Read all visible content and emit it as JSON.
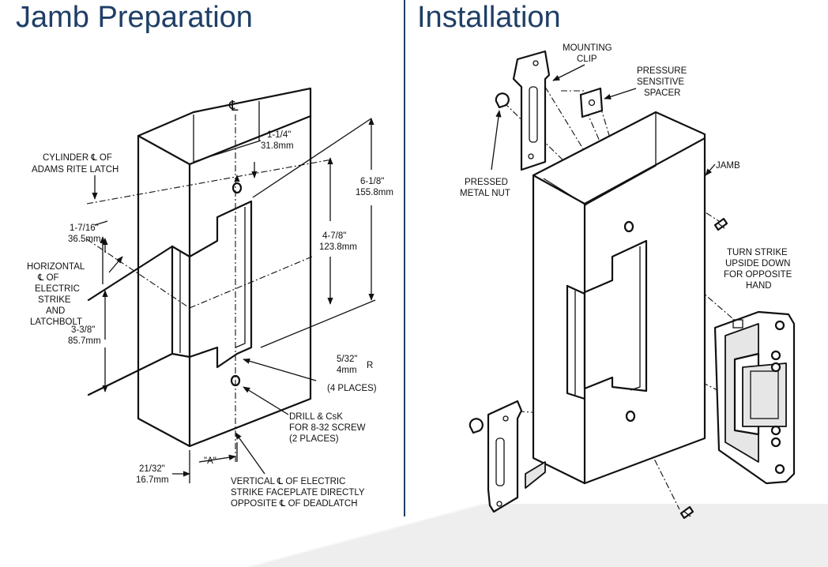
{
  "colors": {
    "title": "#1f3f66",
    "divider": "#1f3f66",
    "ink": "#111111",
    "band": "#eeeeee"
  },
  "left": {
    "title": "Jamb Preparation",
    "centerline_symbol": "℄",
    "labels": {
      "cylinder_cl_1": "CYLINDER ℄ OF",
      "cylinder_cl_2": "ADAMS RITE LATCH",
      "dim_1_7_16_a": "1-7/16\"",
      "dim_1_7_16_b": "36.5mm",
      "horizontal_1": "HORIZONTAL",
      "horizontal_2": "℄ OF",
      "horizontal_3": "ELECTRIC",
      "horizontal_4": "STRIKE",
      "horizontal_5": "AND",
      "horizontal_6": "LATCHBOLT",
      "dim_3_3_8_a": "3-3/8\"",
      "dim_3_3_8_b": "85.7mm",
      "dim_1_1_4_a": "1-1/4\"",
      "dim_1_1_4_b": "31.8mm",
      "dim_6_1_8_a": "6-1/8\"",
      "dim_6_1_8_b": "155.8mm",
      "dim_4_7_8_a": "4-7/8\"",
      "dim_4_7_8_b": "123.8mm",
      "dim_5_32_a": "5/32\"",
      "dim_5_32_b": "4mm",
      "radius_r": "R",
      "four_places": "(4 PLACES)",
      "drill_1": "DRILL & CsK",
      "drill_2": "FOR 8-32 SCREW",
      "drill_3": "(2 PLACES)",
      "dim_21_32_a": "21/32\"",
      "dim_21_32_b": "16.7mm",
      "dim_a": "\"A\"",
      "vertical_1": "VERTICAL ℄ OF ELECTRIC",
      "vertical_2": "STRIKE FACEPLATE DIRECTLY",
      "vertical_3": "OPPOSITE ℄  OF DEADLATCH"
    }
  },
  "right": {
    "title": "Installation",
    "labels": {
      "mounting_1": "MOUNTING",
      "mounting_2": "CLIP",
      "pressure_1": "PRESSURE",
      "pressure_2": "SENSITIVE",
      "pressure_3": "SPACER",
      "pressed_1": "PRESSED",
      "pressed_2": "METAL NUT",
      "jamb": "JAMB",
      "turn_1": "TURN STRIKE",
      "turn_2": "UPSIDE DOWN",
      "turn_3": "FOR OPPOSITE",
      "turn_4": "HAND"
    }
  }
}
